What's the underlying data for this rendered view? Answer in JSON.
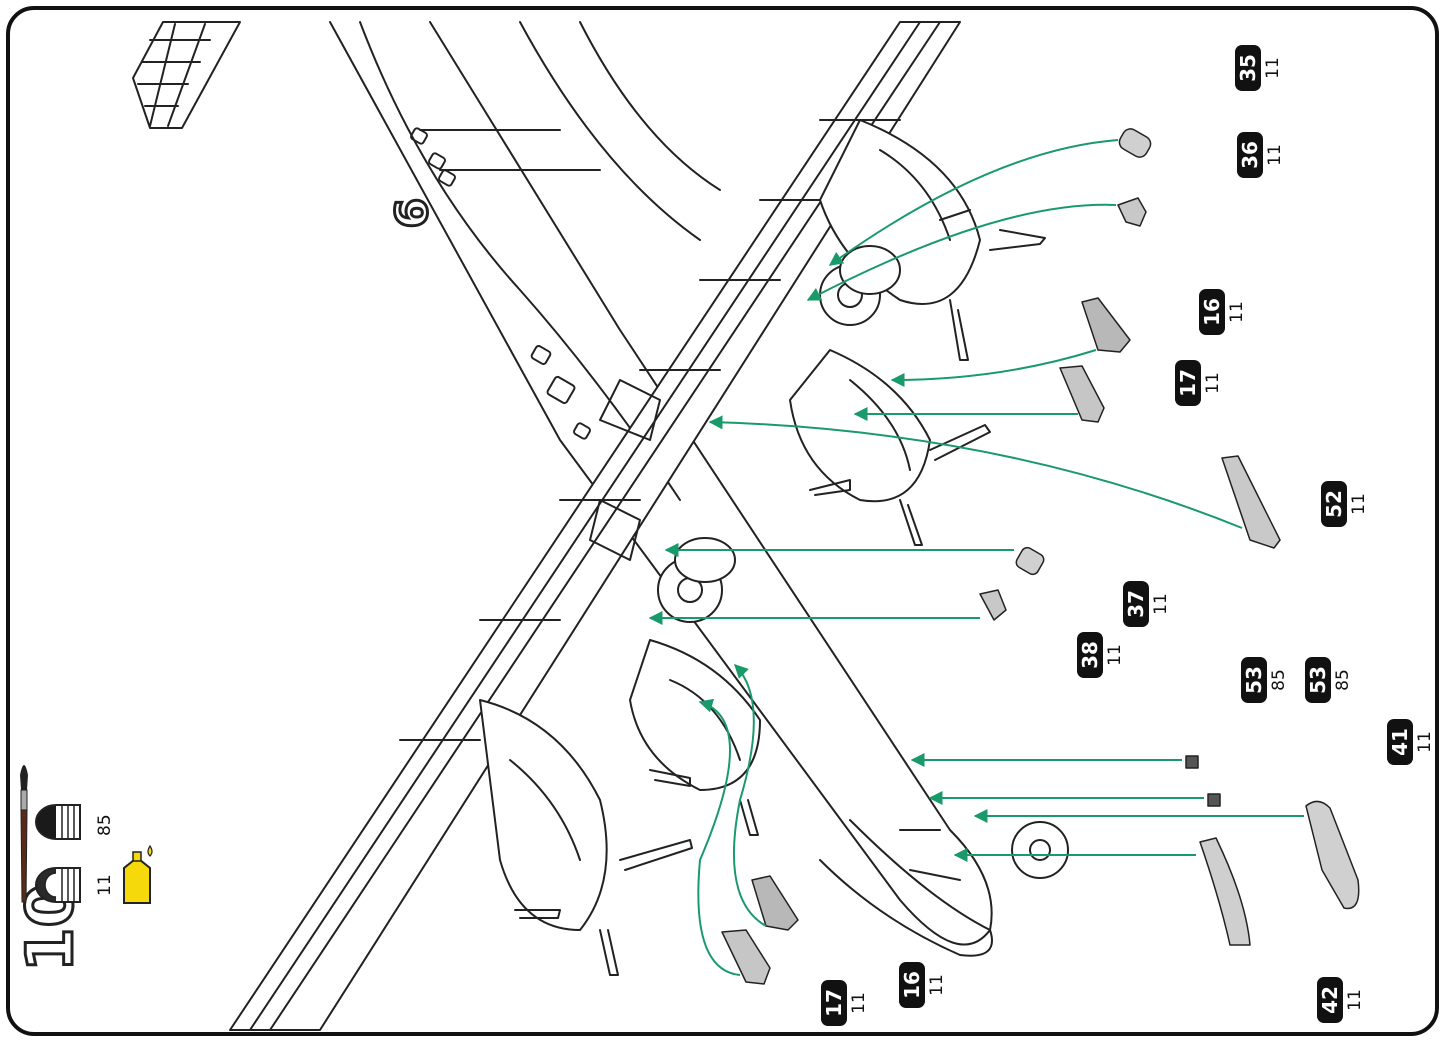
{
  "step": {
    "number": "10",
    "ref_step": "9"
  },
  "paints": [
    {
      "code": "85",
      "color": "#1a1a1a"
    },
    {
      "code": "11",
      "color": "#888888"
    }
  ],
  "glue_color": "#f5d90a",
  "arrow_color": "#1a9a6a",
  "parts": [
    {
      "id": "p35",
      "num": "35",
      "paint": "11"
    },
    {
      "id": "p36",
      "num": "36",
      "paint": "11"
    },
    {
      "id": "p16a",
      "num": "16",
      "paint": "11"
    },
    {
      "id": "p17a",
      "num": "17",
      "paint": "11"
    },
    {
      "id": "p52",
      "num": "52",
      "paint": "11"
    },
    {
      "id": "p37",
      "num": "37",
      "paint": "11"
    },
    {
      "id": "p38",
      "num": "38",
      "paint": "11"
    },
    {
      "id": "p53a",
      "num": "53",
      "paint": "85"
    },
    {
      "id": "p53b",
      "num": "53",
      "paint": "85"
    },
    {
      "id": "p41",
      "num": "41",
      "paint": "11"
    },
    {
      "id": "p42",
      "num": "42",
      "paint": "11"
    },
    {
      "id": "p16b",
      "num": "16",
      "paint": "11"
    },
    {
      "id": "p17b",
      "num": "17",
      "paint": "11"
    }
  ]
}
